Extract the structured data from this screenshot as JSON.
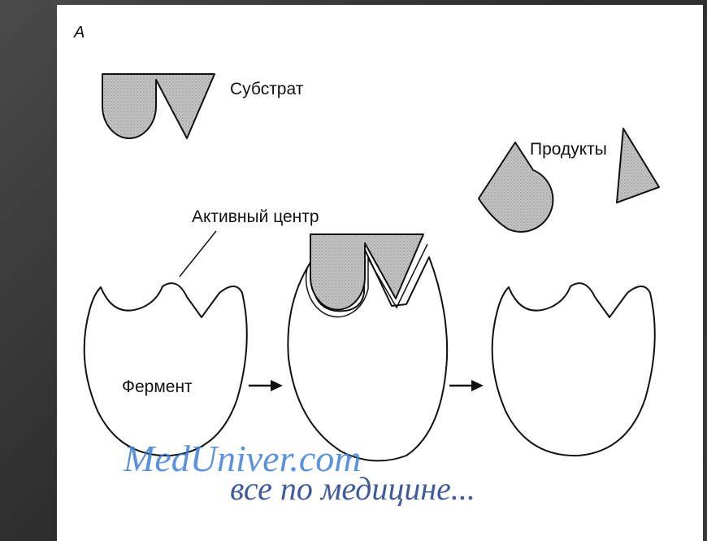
{
  "panel_label": "А",
  "labels": {
    "substrate": "Субстрат",
    "products": "Продукты",
    "active_site": "Активный центр",
    "enzyme": "Фермент"
  },
  "watermark": {
    "site": "MedUniver.com",
    "tagline": "все по медицине..."
  },
  "colors": {
    "shape_fill": "#b9b9b9",
    "outline": "#111111",
    "watermark_site": "#3f7fd8",
    "watermark_tagline": "#1f3f8a"
  }
}
